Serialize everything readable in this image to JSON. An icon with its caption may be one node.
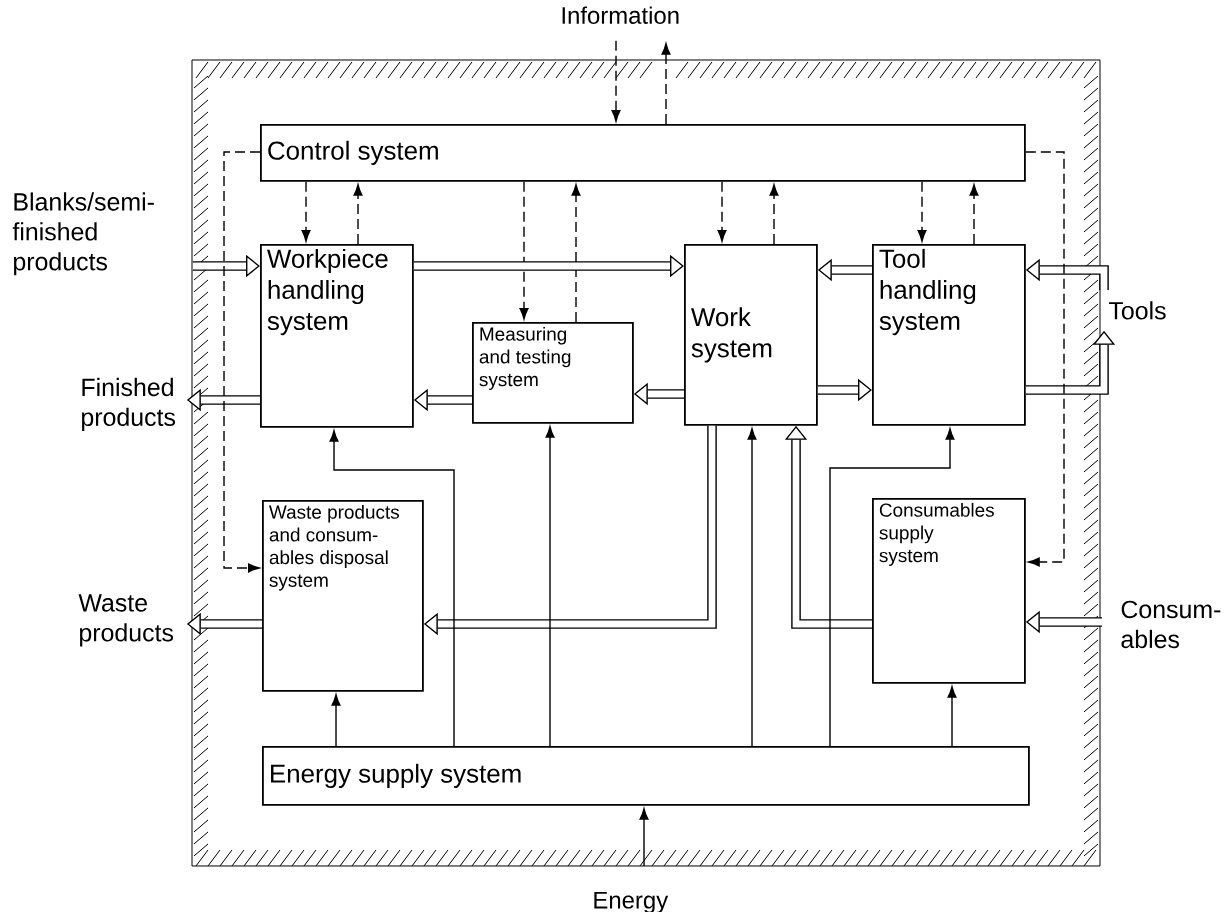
{
  "diagram": {
    "nodes": [
      {
        "text": [
          "Information"
        ]
      },
      {
        "text": [
          "Blanks/semi-finished products"
        ]
      },
      {
        "text": [
          "Control system"
        ]
      },
      {
        "text": [
          "Workpiece handling system"
        ]
      },
      {
        "text": [
          "Measuring and testing system"
        ]
      },
      {
        "text": [
          "Work system"
        ]
      },
      {
        "text": [
          "Tool handling system"
        ]
      },
      {
        "text": [
          "Tools"
        ]
      },
      {
        "text": [
          "Finished products"
        ]
      },
      {
        "text": [
          "Waste products and consum-ables disposal system"
        ]
      },
      {
        "text": [
          "Consumables supply system"
        ]
      },
      {
        "text": [
          "Waste products"
        ]
      },
      {
        "text": [
          "Consum-ables"
        ]
      },
      {
        "text": [
          "Energy supply system"
        ]
      },
      {
        "text": [
          "Energy"
        ]
      }
    ],
    "edges": [
      {
        "from": 0,
        "to": 2,
        "arrow": "to",
        "style": "dashed"
      },
      {
        "from": 2,
        "to": 0,
        "arrow": "to",
        "style": "dashed"
      },
      {
        "from": 1,
        "to": 3,
        "arrow": "to",
        "style": "thick"
      },
      {
        "from": 2,
        "to": 3,
        "arrow": "to",
        "style": "dashed"
      },
      {
        "from": 3,
        "to": 2,
        "arrow": "to",
        "style": "dashed"
      },
      {
        "from": 2,
        "to": 4,
        "arrow": "to",
        "style": "dashed"
      },
      {
        "from": 4,
        "to": 2,
        "arrow": "to",
        "style": "dashed"
      },
      {
        "from": 2,
        "to": 5,
        "arrow": "to",
        "style": "dashed"
      },
      {
        "from": 5,
        "to": 2,
        "arrow": "to",
        "style": "dashed"
      },
      {
        "from": 2,
        "to": 6,
        "arrow": "to",
        "style": "dashed"
      },
      {
        "from": 6,
        "to": 2,
        "arrow": "to",
        "style": "dashed"
      },
      {
        "from": 3,
        "to": 5,
        "arrow": "to",
        "style": "thick"
      },
      {
        "from": 6,
        "to": 5,
        "arrow": "to",
        "style": "thick"
      },
      {
        "from": 7,
        "to": 6,
        "arrow": "to",
        "style": "thick"
      },
      {
        "from": 5,
        "to": 6,
        "arrow": "to",
        "style": "thick"
      },
      {
        "from": 6,
        "to": 7,
        "arrow": "to",
        "style": "thick"
      },
      {
        "from": 5,
        "to": 4,
        "arrow": "to",
        "style": "thick"
      },
      {
        "from": 4,
        "to": 3,
        "arrow": "to",
        "style": "thick"
      },
      {
        "from": 3,
        "to": 8,
        "arrow": "to",
        "style": "thick"
      },
      {
        "from": 2,
        "to": 9,
        "arrow": "to",
        "style": "dashed"
      },
      {
        "from": 2,
        "to": 10,
        "arrow": "to",
        "style": "dashed"
      },
      {
        "from": 5,
        "to": 9,
        "arrow": "to",
        "style": "thick"
      },
      {
        "from": 10,
        "to": 5,
        "arrow": "to",
        "style": "thick"
      },
      {
        "from": 9,
        "to": 11,
        "arrow": "to",
        "style": "thick"
      },
      {
        "from": 12,
        "to": 10,
        "arrow": "to",
        "style": "thick"
      },
      {
        "from": 13,
        "to": 9,
        "arrow": "to"
      },
      {
        "from": 13,
        "to": 3,
        "arrow": "to"
      },
      {
        "from": 13,
        "to": 4,
        "arrow": "to"
      },
      {
        "from": 13,
        "to": 5,
        "arrow": "to"
      },
      {
        "from": 13,
        "to": 6,
        "arrow": "to"
      },
      {
        "from": 13,
        "to": 10,
        "arrow": "to"
      },
      {
        "from": 14,
        "to": 13,
        "arrow": "to"
      }
    ]
  }
}
